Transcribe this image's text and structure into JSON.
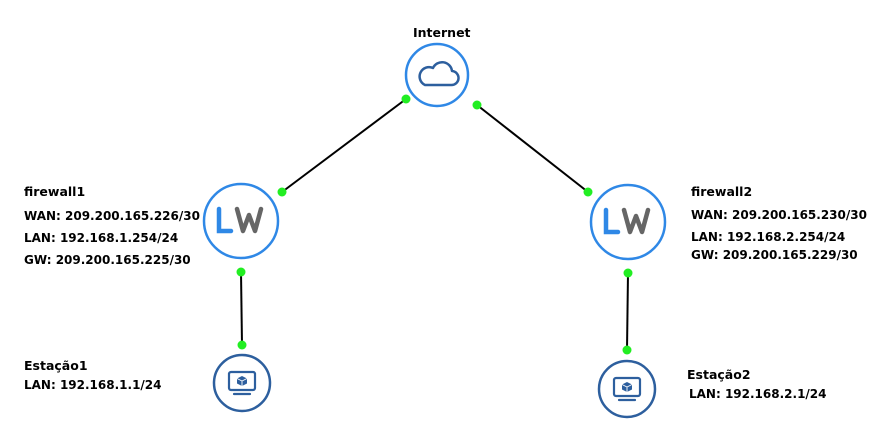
{
  "nodes": {
    "internet": {
      "label": "Internet",
      "icon": "cloud-icon"
    },
    "firewall1": {
      "label": "firewall1",
      "icon": "lw-logo-icon",
      "wan": "WAN: 209.200.165.226/30",
      "lan": "LAN: 192.168.1.254/24",
      "gw": "GW: 209.200.165.225/30"
    },
    "firewall2": {
      "label": "firewall2",
      "icon": "lw-logo-icon",
      "wan": "WAN: 209.200.165.230/30",
      "lan": "LAN: 192.168.2.254/24",
      "gw": "GW: 209.200.165.229/30"
    },
    "estacao1": {
      "label": "Estação1",
      "icon": "workstation-icon",
      "lan": "LAN: 192.168.1.1/24"
    },
    "estacao2": {
      "label": "Estação2",
      "icon": "workstation-icon",
      "lan": "LAN: 192.168.2.1/24"
    }
  },
  "colors": {
    "node_stroke": "#2f88e6",
    "icon_blue": "#2d5f9e",
    "port_green": "#22ee22",
    "link": "#000000",
    "lw_gray": "#666666"
  }
}
